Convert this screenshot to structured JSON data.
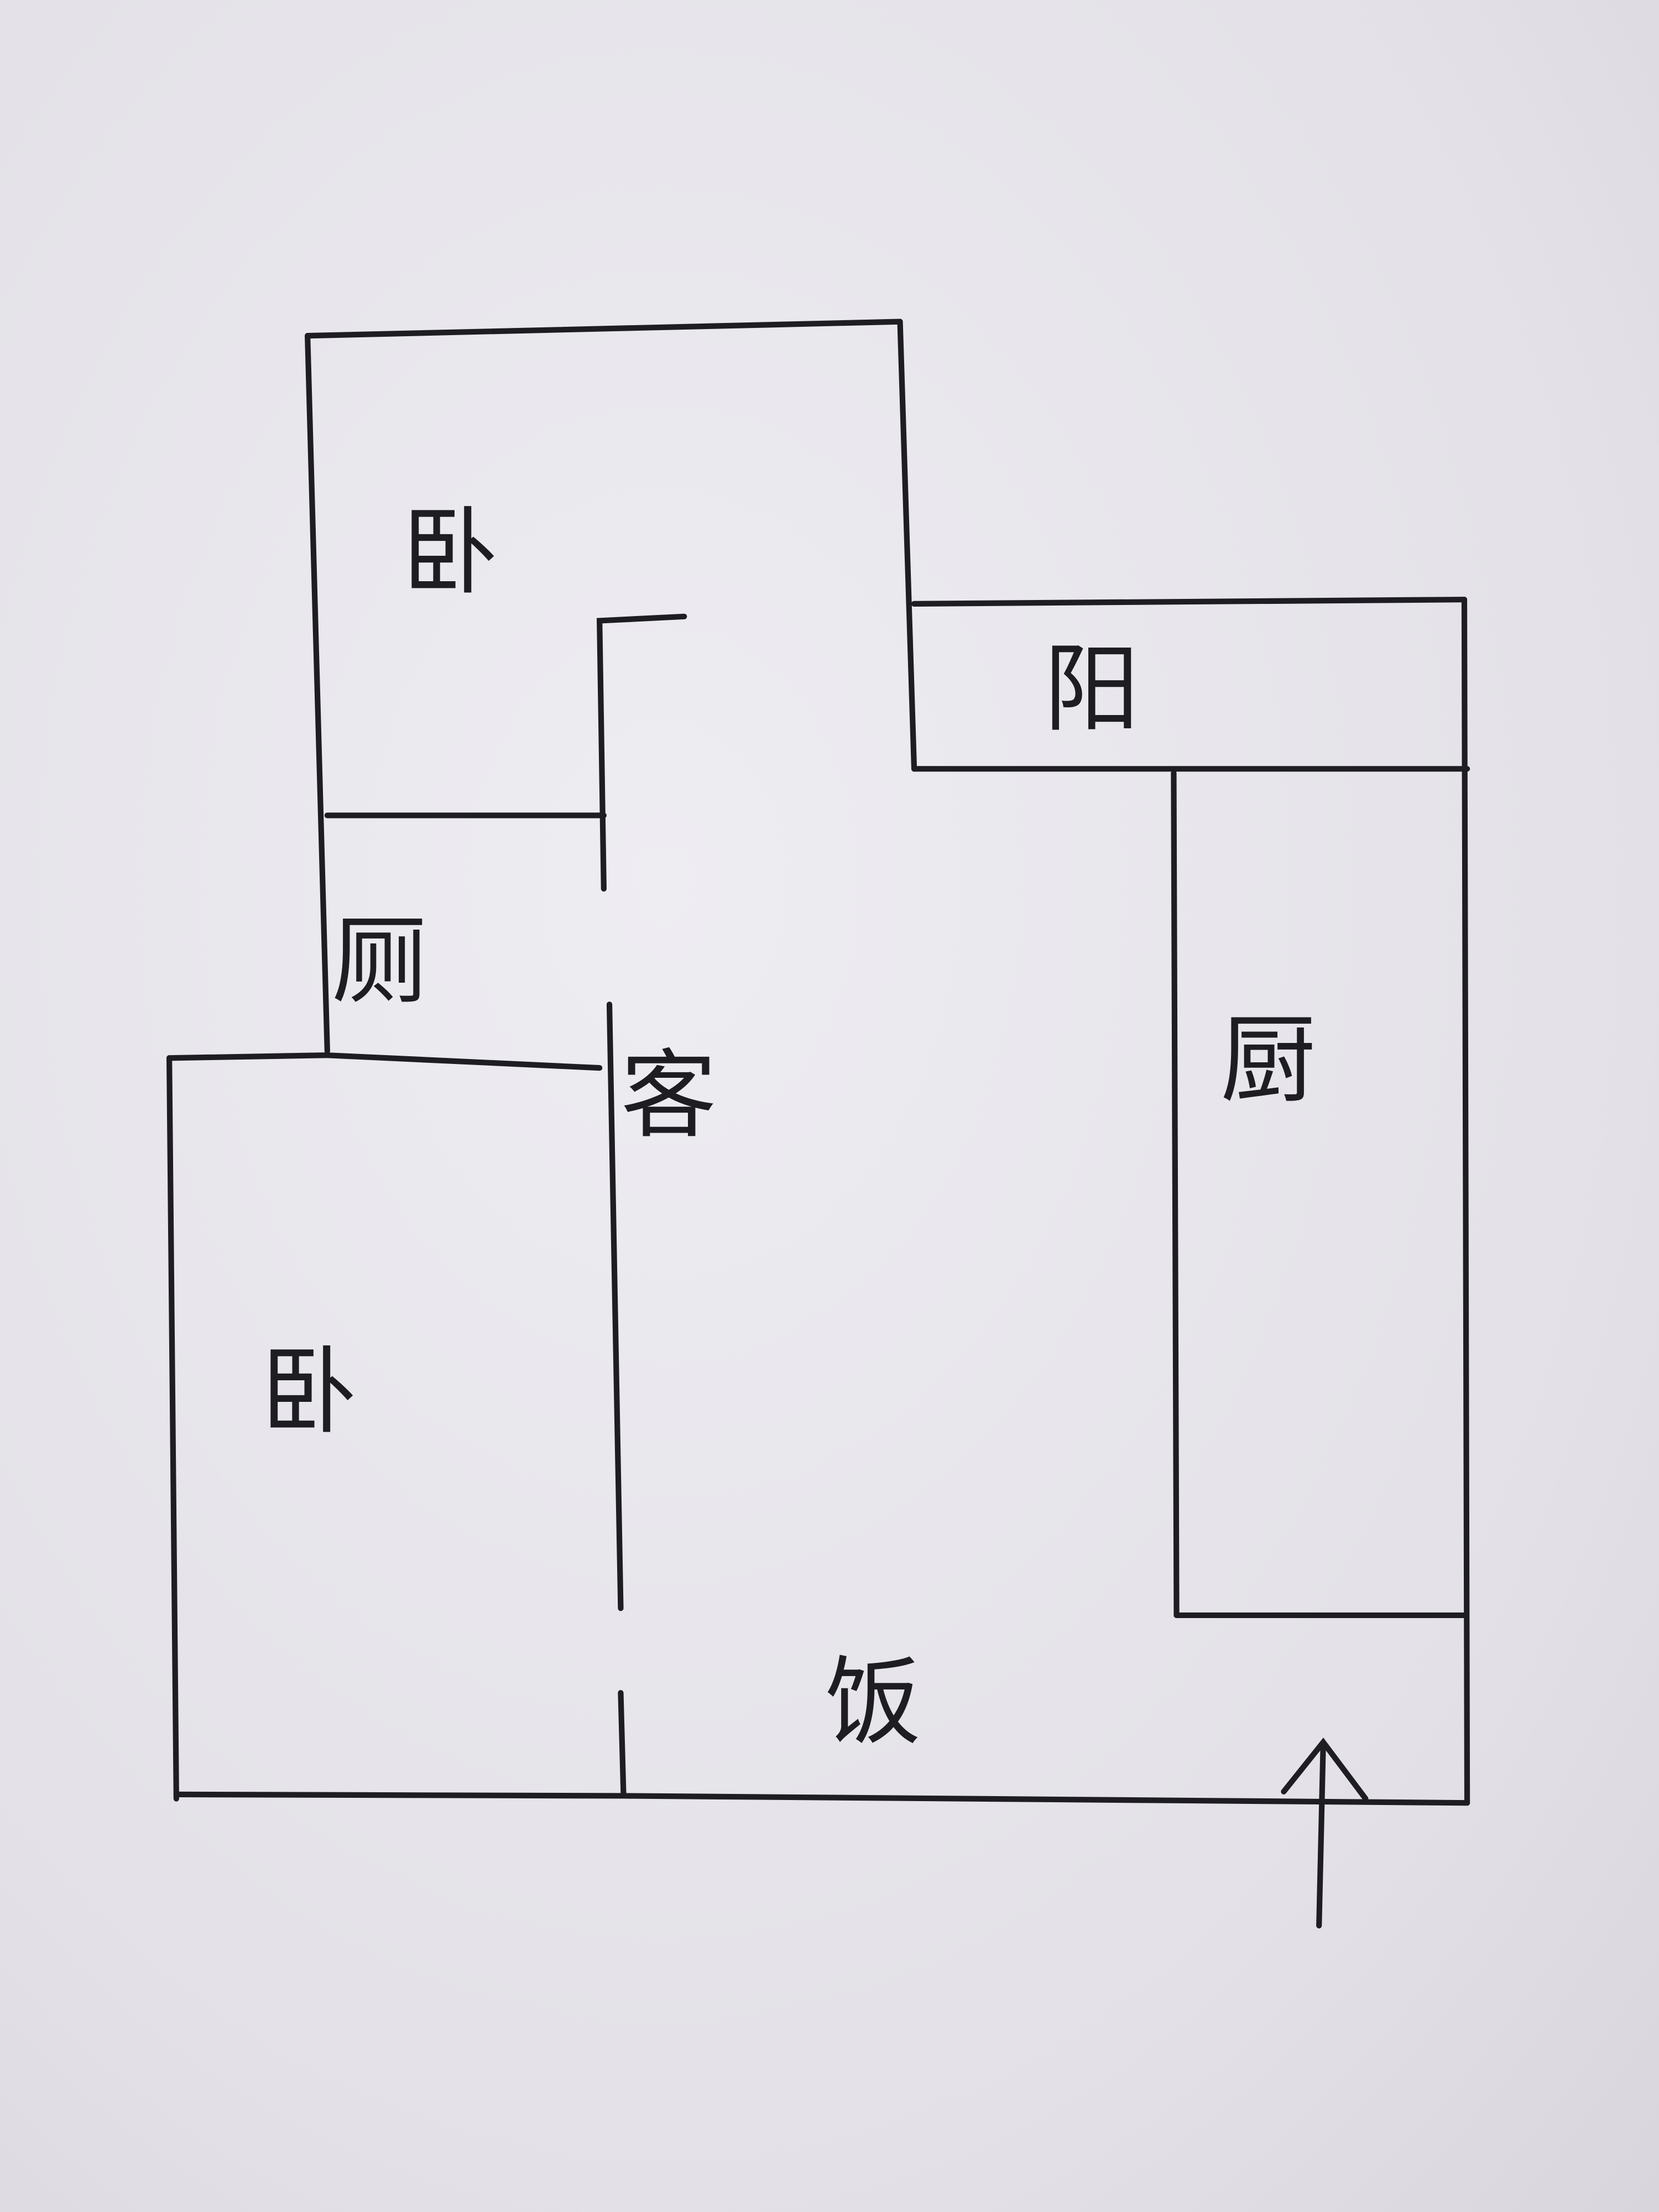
{
  "floor_plan": {
    "rooms": [
      {
        "id": "bedroom-north",
        "label": "卧"
      },
      {
        "id": "balcony",
        "label": "阳"
      },
      {
        "id": "toilet",
        "label": "厕"
      },
      {
        "id": "living-room",
        "label": "客"
      },
      {
        "id": "kitchen",
        "label": "厨"
      },
      {
        "id": "bedroom-south",
        "label": "卧"
      },
      {
        "id": "dining",
        "label": "饭"
      }
    ],
    "entrance": "arrow-up-icon",
    "ink_color": "#1e1e22",
    "paper_color": "#e6e4ea"
  }
}
